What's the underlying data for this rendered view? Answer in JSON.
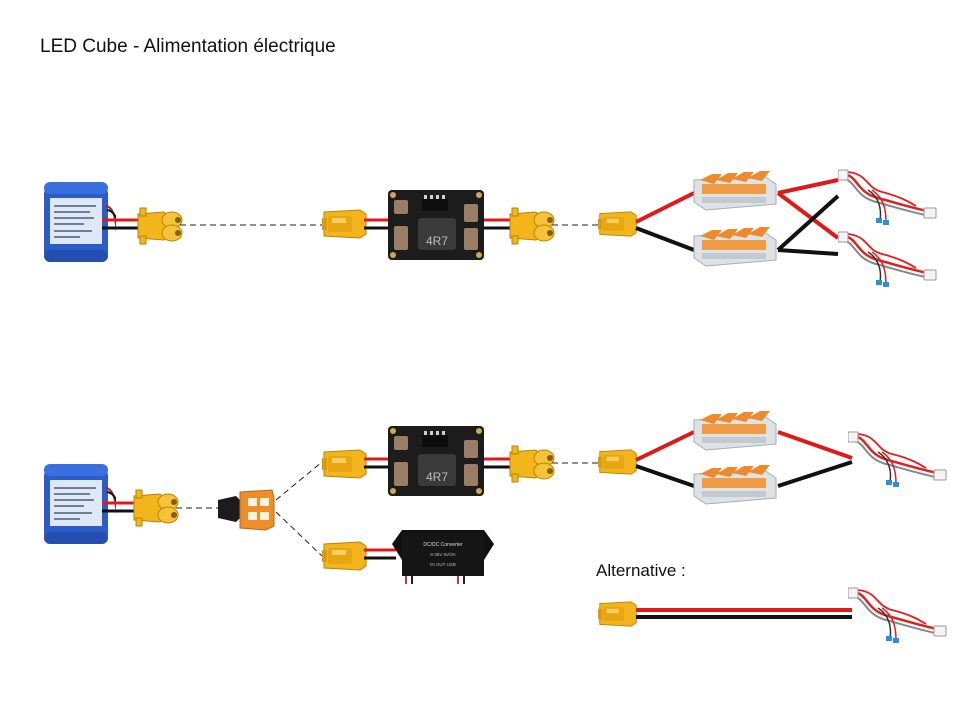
{
  "page": {
    "title": "LED Cube - Alimentation électrique",
    "alternative_label": "Alternative :"
  },
  "converter_labels": {
    "buck_board_marking": "4R7",
    "dcdc_module_heading": "DC/DC Converter",
    "dcdc_module_specs": "9-35V  5V/3A",
    "dcdc_module_ports": "IN  OUT  USB"
  },
  "colors": {
    "positive_wire": "#e01818",
    "negative_wire": "#111111",
    "connector_yellow": "#f2b51c",
    "battery_blue": "#2c5cc8",
    "pcb_dark": "#1c1c1c",
    "wago_orange": "#ee8a2c",
    "dashed_link": "#222222"
  },
  "icons": [
    "battery-pack-icon",
    "xt60-female-connector-icon",
    "xt60-male-connector-icon",
    "buck-converter-board-icon",
    "wago-lever-connector-icon",
    "jst-cable-harness-icon",
    "splitter-adapter-icon",
    "dcdc-converter-module-icon"
  ]
}
